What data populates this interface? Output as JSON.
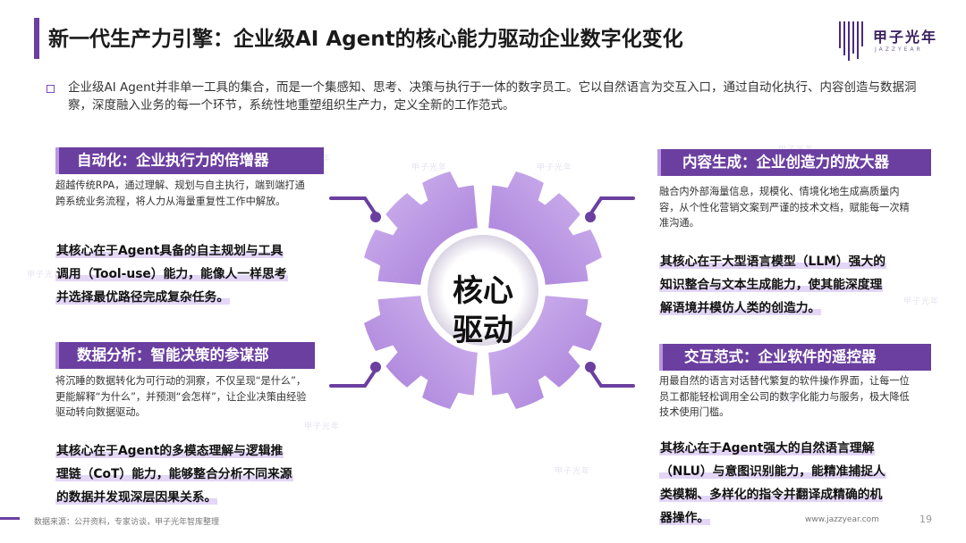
{
  "title": "新一代生产力引擎：企业级AI Agent的核心能力驱动企业数字化变化",
  "logo": {
    "name": "甲子光年",
    "sub": "JAZZYEAR"
  },
  "intro": "企业级AI Agent并非单一工具的集合，而是一个集感知、思考、决策与执行于一体的数字员工。它以自然语言为交互入口，通过自动化执行、内容创造与数据洞察，深度融入业务的每一个环节，系统性地重塑组织生产力，定义全新的工作范式。",
  "center": {
    "line1": "核心",
    "line2": "驱动"
  },
  "sections": {
    "automation": {
      "title": "自动化：企业执行力的倍增器",
      "desc": "超越传统RPA，通过理解、规划与自主执行，端到端打通跨系统业务流程，将人力从海量重复性工作中解放。",
      "core1": "其核心在于Agent具备的自主规划与工具",
      "core2": "调用（Tool-use）能力，能像人一样思考",
      "core3": "并选择最优路径完成复杂任务。"
    },
    "content": {
      "title": "内容生成：企业创造力的放大器",
      "desc": "融合内外部海量信息，规模化、情境化地生成高质量内容，从个性化营销文案到严谨的技术文档，赋能每一次精准沟通。",
      "core1": "其核心在于大型语言模型（LLM）强大的",
      "core2": "知识整合与文本生成能力，使其能深度理",
      "core3": "解语境并模仿人类的创造力。"
    },
    "analysis": {
      "title": "数据分析：智能决策的参谋部",
      "desc": "将沉睡的数据转化为可行动的洞察，不仅呈现“是什么”，更能解释“为什么”，并预测“会怎样”，让企业决策由经验驱动转向数据驱动。",
      "core1": "其核心在于Agent的多模态理解与逻辑推",
      "core2": "理链（CoT）能力，能够整合分析不同来源",
      "core3": "的数据并发现深层因果关系。"
    },
    "interaction": {
      "title": "交互范式：企业软件的遥控器",
      "desc": "用最自然的语言对话替代繁复的软件操作界面，让每一位员工都能轻松调用全公司的数字化能力与服务，极大降低技术使用门槛。",
      "core1": "其核心在于Agent强大的自然语言理解",
      "core2": "（NLU）与意图识别能力，能精准捕捉人",
      "core3": "类模糊、多样化的指令并翻译成精确的机",
      "core4": "器操作。"
    }
  },
  "footer": {
    "source": "数据来源：公开资料，专家访谈，甲子光年智库整理",
    "url": "www.jazzyear.com",
    "page": "19"
  },
  "colors": {
    "accent": "#6b3fa0",
    "gear_light": "#c7a6ea",
    "gear_dark": "#a57bd8"
  }
}
